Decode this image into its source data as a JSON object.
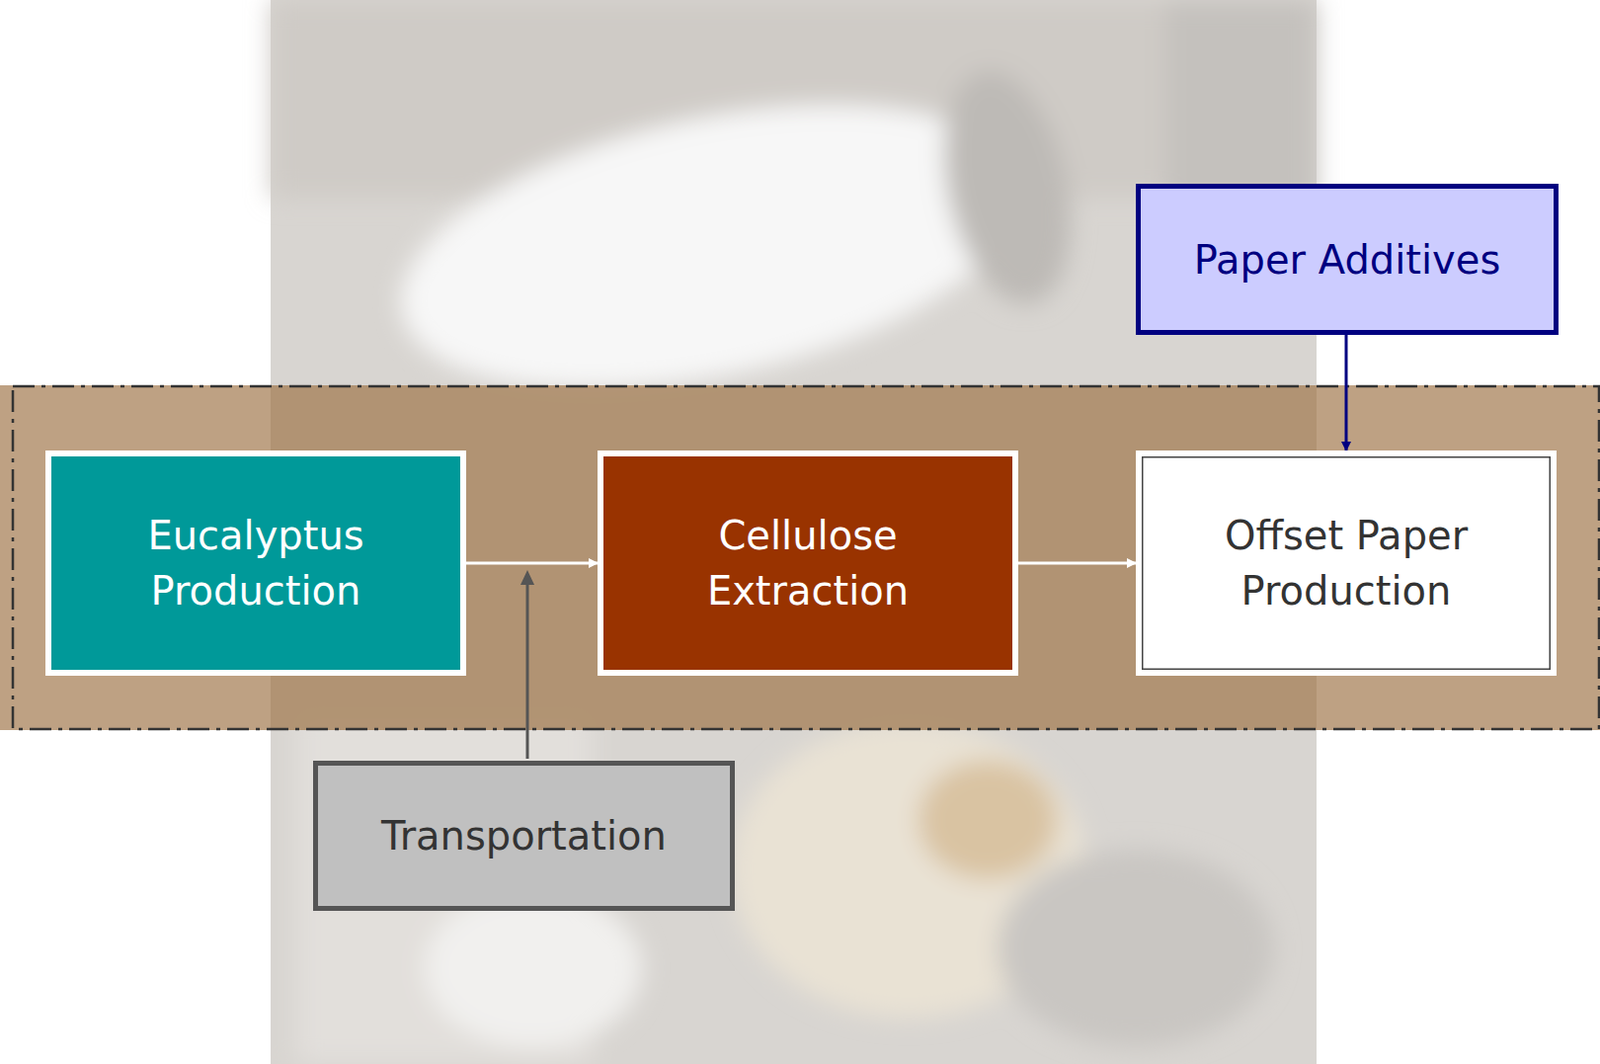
{
  "diagram": {
    "nodes": [
      {
        "text": [
          "Eucalyptus Production"
        ]
      },
      {
        "text": [
          "Cellulose Extraction"
        ]
      },
      {
        "text": [
          "Offset Paper Production"
        ]
      },
      {
        "text": [
          "Paper Additives"
        ]
      },
      {
        "text": [
          "Transportation"
        ]
      }
    ],
    "edges": [
      {
        "from": 0,
        "to": 1,
        "arrow": "to"
      },
      {
        "from": 1,
        "to": 2,
        "arrow": "to"
      },
      {
        "from": 3,
        "to": 2,
        "arrow": "to"
      }
    ]
  }
}
